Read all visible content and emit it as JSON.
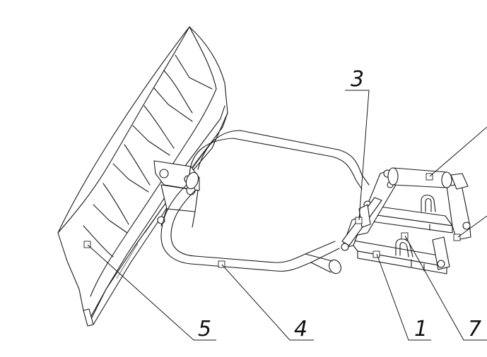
{
  "callouts": [
    {
      "id": "1",
      "label": "1"
    },
    {
      "id": "3",
      "label": "3"
    },
    {
      "id": "4",
      "label": "4"
    },
    {
      "id": "5",
      "label": "5"
    },
    {
      "id": "7",
      "label": "7"
    }
  ]
}
